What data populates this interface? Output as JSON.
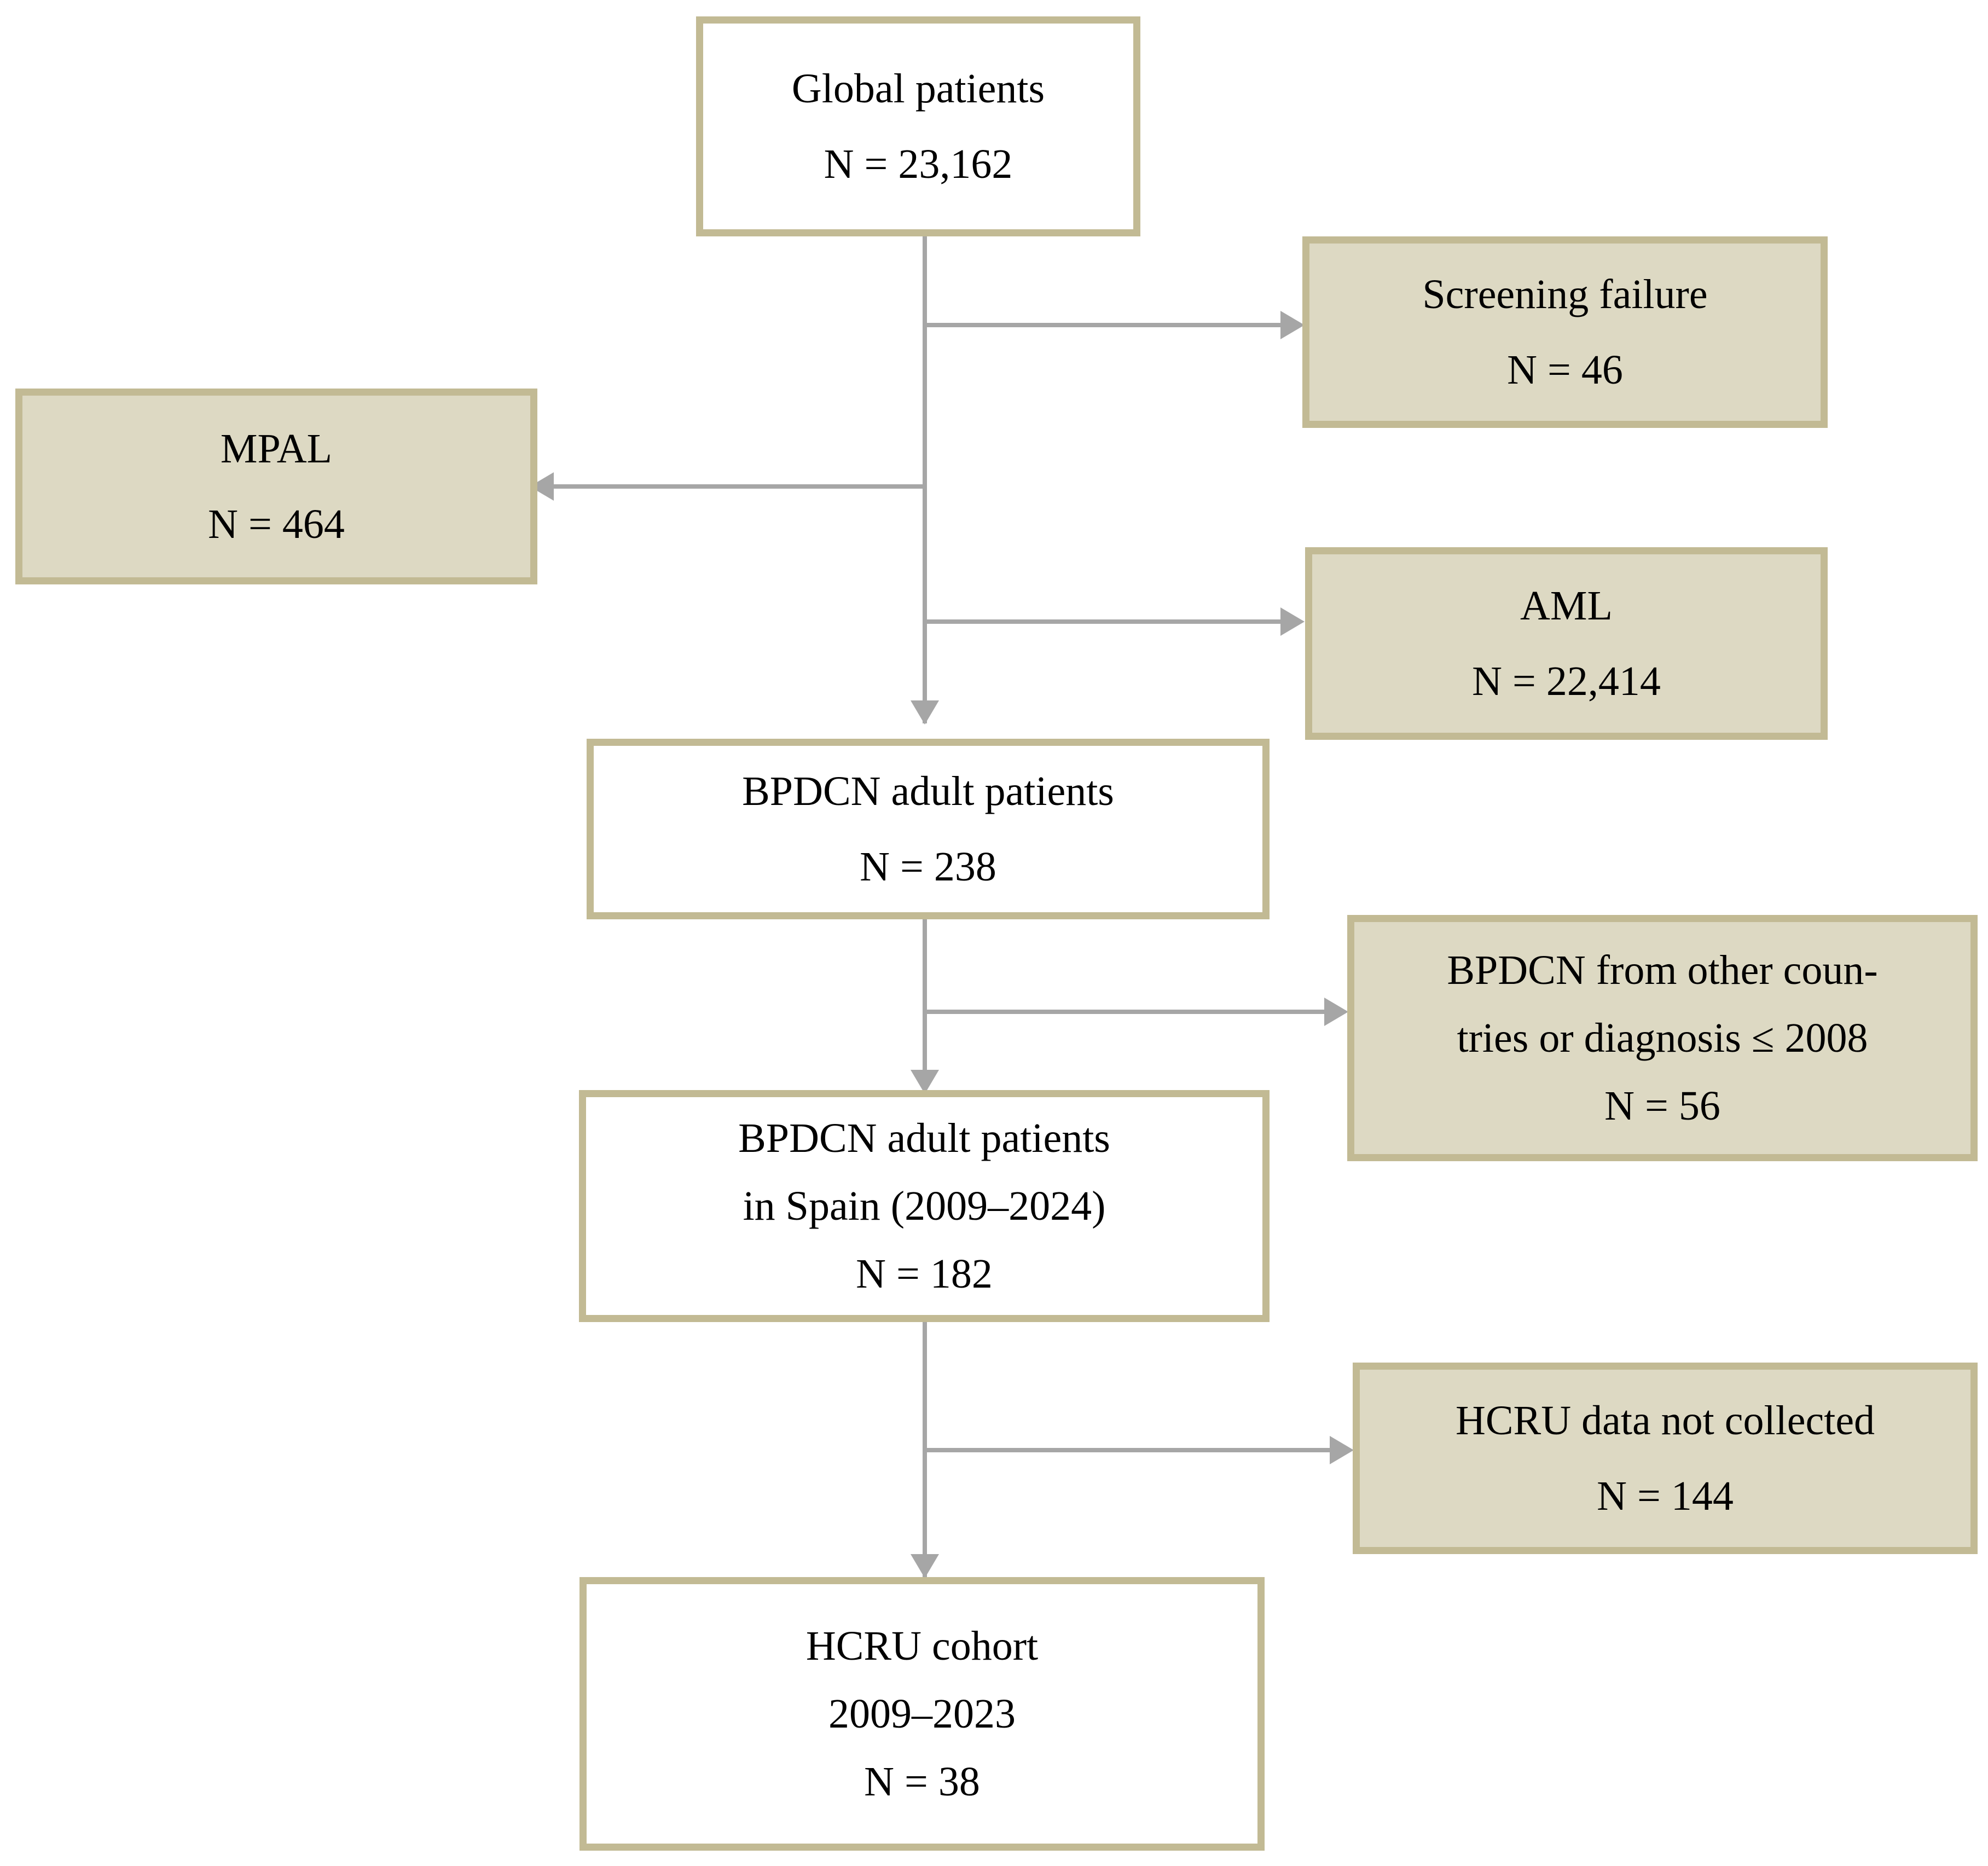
{
  "figure": {
    "type": "flowchart",
    "orientation": "top-to-bottom",
    "description": "Patient selection flow diagram (CONSORT style) for a BPDCN health care resource utilization cohort",
    "colors": {
      "box_border": "#c2ba94",
      "excluded_box_fill": "#ddd9c3",
      "included_box_fill": "#ffffff",
      "connector": "#a6a6a6",
      "text": "#000000"
    }
  },
  "nodes": {
    "global_patients": {
      "kind": "included",
      "lines": [
        "Global patients",
        "N = 23,162"
      ],
      "label": "Global patients",
      "count_text": "N = 23,162",
      "count": 23162
    },
    "screening_failure": {
      "kind": "excluded",
      "lines": [
        "Screening failure",
        "N = 46"
      ],
      "label": "Screening failure",
      "count_text": "N = 46",
      "count": 46
    },
    "mpal": {
      "kind": "excluded",
      "lines": [
        "MPAL",
        "N = 464"
      ],
      "label": "MPAL",
      "count_text": "N = 464",
      "count": 464
    },
    "aml": {
      "kind": "excluded",
      "lines": [
        "AML",
        "N = 22,414"
      ],
      "label": "AML",
      "count_text": "N = 22,414",
      "count": 22414
    },
    "bpdcn_adults": {
      "kind": "included",
      "lines": [
        "BPDCN adult patients",
        "N = 238"
      ],
      "label": "BPDCN adult patients",
      "count_text": "N = 238",
      "count": 238
    },
    "bpdcn_other_countries": {
      "kind": "excluded",
      "lines": [
        "BPDCN from other coun-",
        "tries or diagnosis ≤ 2008",
        "N = 56"
      ],
      "label": "BPDCN from other countries or diagnosis ≤ 2008",
      "count_text": "N = 56",
      "count": 56
    },
    "bpdcn_spain": {
      "kind": "included",
      "lines": [
        "BPDCN adult patients",
        "in Spain (2009–2024)",
        "N = 182"
      ],
      "label": "BPDCN adult patients in Spain (2009–2024)",
      "count_text": "N = 182",
      "count": 182
    },
    "hcru_not_collected": {
      "kind": "excluded",
      "lines": [
        "HCRU data not collected",
        "N = 144"
      ],
      "label": "HCRU data not collected",
      "count_text": "N = 144",
      "count": 144
    },
    "hcru_cohort": {
      "kind": "included",
      "lines": [
        "HCRU cohort",
        "2009–2023",
        "N = 38"
      ],
      "label": "HCRU cohort",
      "period": "2009–2023",
      "count_text": "N = 38",
      "count": 38
    }
  },
  "edges": [
    {
      "from": "global_patients",
      "to": "screening_failure",
      "direction": "right"
    },
    {
      "from": "global_patients",
      "to": "mpal",
      "direction": "left"
    },
    {
      "from": "global_patients",
      "to": "aml",
      "direction": "right"
    },
    {
      "from": "global_patients",
      "to": "bpdcn_adults",
      "direction": "down"
    },
    {
      "from": "bpdcn_adults",
      "to": "bpdcn_other_countries",
      "direction": "right"
    },
    {
      "from": "bpdcn_adults",
      "to": "bpdcn_spain",
      "direction": "down"
    },
    {
      "from": "bpdcn_spain",
      "to": "hcru_not_collected",
      "direction": "right"
    },
    {
      "from": "bpdcn_spain",
      "to": "hcru_cohort",
      "direction": "down"
    }
  ]
}
